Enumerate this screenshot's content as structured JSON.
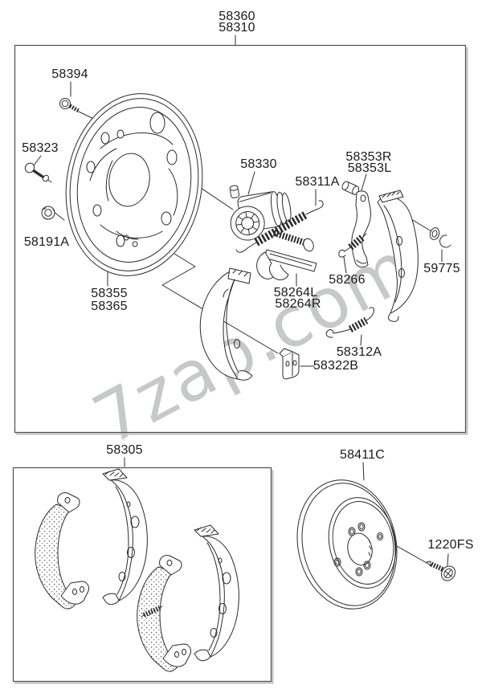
{
  "watermark": {
    "text": "7zap.com",
    "color": "#c7c9c8"
  },
  "colors": {
    "line": "#2b2b2b",
    "label_text": "#1a1a1a",
    "box_border": "#4e4e4e",
    "box_shadow": "#bdbdbd"
  },
  "labels": {
    "58360": "58360",
    "58310": "58310",
    "58394": "58394",
    "58323": "58323",
    "58191A": "58191A",
    "58355": "58355",
    "58365": "58365",
    "58330": "58330",
    "58311A": "58311A",
    "58353R": "58353R",
    "58353L": "58353L",
    "59775": "59775",
    "58266": "58266",
    "58264L": "58264L",
    "58264R": "58264R",
    "58312A": "58312A",
    "58322B": "58322B",
    "58305": "58305",
    "58411C": "58411C",
    "1220FS": "1220FS"
  }
}
